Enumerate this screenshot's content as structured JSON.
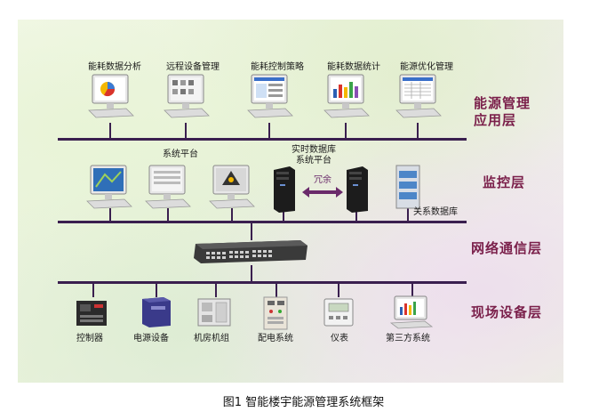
{
  "layers": {
    "app": "能源管理\n应用层",
    "monitor": "监控层",
    "network": "网络通信层",
    "field": "现场设备层"
  },
  "app_items": [
    "能耗数据分析",
    "远程设备管理",
    "能耗控制策略",
    "能耗数据统计",
    "能源优化管理"
  ],
  "monitor": {
    "platform_label": "系统平台",
    "realtime_db_label": "实时数据库\n系统平台",
    "redundant_label": "冗余",
    "relational_db_label": "关系数据库"
  },
  "field_items": [
    "控制器",
    "电源设备",
    "机房机组",
    "配电系统",
    "仪表",
    "第三方系统"
  ],
  "caption": "图1  智能楼宇能源管理系统框架",
  "colors": {
    "bus": "#3a1f4f",
    "layer_title": "#7a1f4a",
    "server": "#1c1c1c",
    "arrow": "#6a2a6a"
  }
}
